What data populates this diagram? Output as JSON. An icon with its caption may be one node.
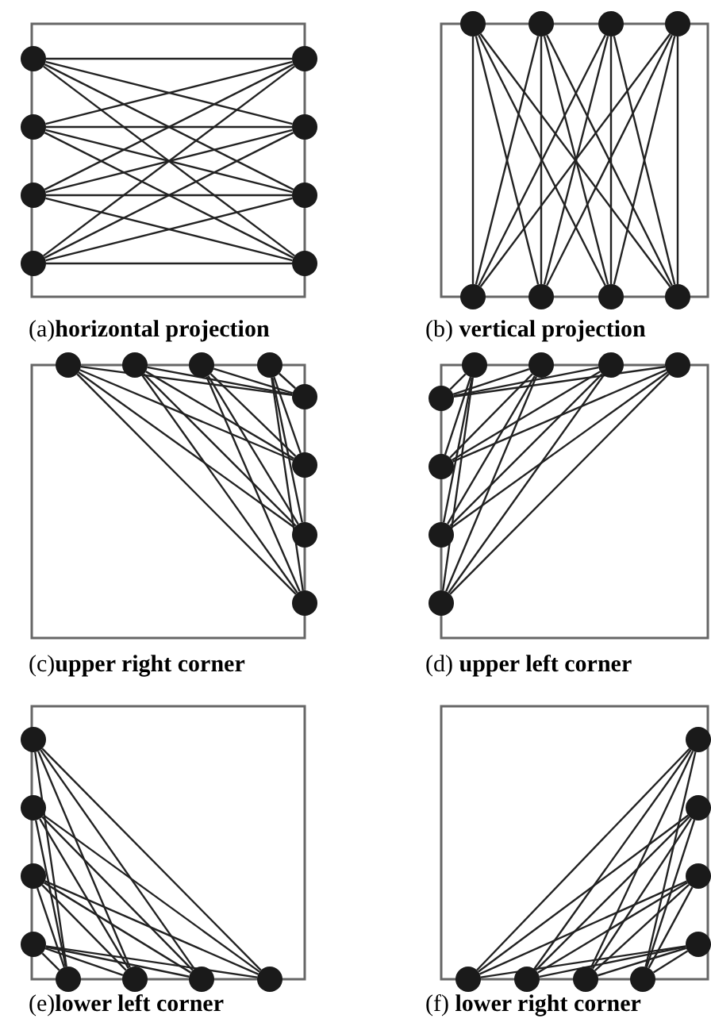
{
  "diagram": {
    "nodes": [
      {
        "text": [],
        "shape": "circle"
      },
      {
        "text": [],
        "shape": "circle"
      },
      {
        "text": [],
        "shape": "circle"
      },
      {
        "text": [],
        "shape": "circle"
      },
      {
        "text": [],
        "shape": "circle"
      },
      {
        "text": [],
        "shape": "circle"
      },
      {
        "text": [],
        "shape": "circle"
      },
      {
        "text": [],
        "shape": "circle"
      },
      {
        "text": [],
        "shape": "circle"
      },
      {
        "text": [],
        "shape": "circle"
      },
      {
        "text": [],
        "shape": "circle"
      },
      {
        "text": [],
        "shape": "circle"
      },
      {
        "text": [],
        "shape": "circle"
      },
      {
        "text": [],
        "shape": "circle"
      },
      {
        "text": [],
        "shape": "circle"
      },
      {
        "text": [],
        "shape": "circle"
      },
      {
        "text": [],
        "shape": "circle"
      },
      {
        "text": [],
        "shape": "circle"
      },
      {
        "text": [],
        "shape": "circle"
      },
      {
        "text": [],
        "shape": "circle"
      },
      {
        "text": [],
        "shape": "circle"
      },
      {
        "text": [],
        "shape": "circle"
      },
      {
        "text": [],
        "shape": "circle"
      },
      {
        "text": [],
        "shape": "circle"
      },
      {
        "text": [],
        "shape": "circle"
      },
      {
        "text": [],
        "shape": "circle"
      },
      {
        "text": [],
        "shape": "circle"
      },
      {
        "text": [],
        "shape": "circle"
      },
      {
        "text": [],
        "shape": "circle"
      },
      {
        "text": [],
        "shape": "circle"
      },
      {
        "text": [],
        "shape": "circle"
      },
      {
        "text": [],
        "shape": "circle"
      },
      {
        "text": [],
        "shape": "circle"
      },
      {
        "text": [],
        "shape": "circle"
      },
      {
        "text": [],
        "shape": "circle"
      },
      {
        "text": [],
        "shape": "circle"
      },
      {
        "text": [],
        "shape": "circle"
      },
      {
        "text": [],
        "shape": "circle"
      },
      {
        "text": [],
        "shape": "circle"
      },
      {
        "text": [],
        "shape": "circle"
      },
      {
        "text": [],
        "shape": "circle"
      },
      {
        "text": [],
        "shape": "circle"
      },
      {
        "text": [],
        "shape": "circle"
      },
      {
        "text": [],
        "shape": "circle"
      },
      {
        "text": [],
        "shape": "circle"
      },
      {
        "text": [],
        "shape": "circle"
      },
      {
        "text": [],
        "shape": "circle"
      },
      {
        "text": [],
        "shape": "circle"
      }
    ],
    "edges": [
      {
        "from": 0,
        "to": 4,
        "arrow": "none"
      },
      {
        "from": 0,
        "to": 5,
        "arrow": "none"
      },
      {
        "from": 0,
        "to": 6,
        "arrow": "none"
      },
      {
        "from": 0,
        "to": 7,
        "arrow": "none"
      },
      {
        "from": 1,
        "to": 4,
        "arrow": "none"
      },
      {
        "from": 1,
        "to": 5,
        "arrow": "none"
      },
      {
        "from": 1,
        "to": 6,
        "arrow": "none"
      },
      {
        "from": 1,
        "to": 7,
        "arrow": "none"
      },
      {
        "from": 2,
        "to": 4,
        "arrow": "none"
      },
      {
        "from": 2,
        "to": 5,
        "arrow": "none"
      },
      {
        "from": 2,
        "to": 6,
        "arrow": "none"
      },
      {
        "from": 2,
        "to": 7,
        "arrow": "none"
      },
      {
        "from": 3,
        "to": 4,
        "arrow": "none"
      },
      {
        "from": 3,
        "to": 5,
        "arrow": "none"
      },
      {
        "from": 3,
        "to": 6,
        "arrow": "none"
      },
      {
        "from": 3,
        "to": 7,
        "arrow": "none"
      },
      {
        "from": 8,
        "to": 12,
        "arrow": "none"
      },
      {
        "from": 8,
        "to": 13,
        "arrow": "none"
      },
      {
        "from": 8,
        "to": 14,
        "arrow": "none"
      },
      {
        "from": 8,
        "to": 15,
        "arrow": "none"
      },
      {
        "from": 9,
        "to": 12,
        "arrow": "none"
      },
      {
        "from": 9,
        "to": 13,
        "arrow": "none"
      },
      {
        "from": 9,
        "to": 14,
        "arrow": "none"
      },
      {
        "from": 9,
        "to": 15,
        "arrow": "none"
      },
      {
        "from": 10,
        "to": 12,
        "arrow": "none"
      },
      {
        "from": 10,
        "to": 13,
        "arrow": "none"
      },
      {
        "from": 10,
        "to": 14,
        "arrow": "none"
      },
      {
        "from": 10,
        "to": 15,
        "arrow": "none"
      },
      {
        "from": 11,
        "to": 12,
        "arrow": "none"
      },
      {
        "from": 11,
        "to": 13,
        "arrow": "none"
      },
      {
        "from": 11,
        "to": 14,
        "arrow": "none"
      },
      {
        "from": 11,
        "to": 15,
        "arrow": "none"
      },
      {
        "from": 16,
        "to": 20,
        "arrow": "none"
      },
      {
        "from": 16,
        "to": 21,
        "arrow": "none"
      },
      {
        "from": 16,
        "to": 22,
        "arrow": "none"
      },
      {
        "from": 16,
        "to": 23,
        "arrow": "none"
      },
      {
        "from": 17,
        "to": 20,
        "arrow": "none"
      },
      {
        "from": 17,
        "to": 21,
        "arrow": "none"
      },
      {
        "from": 17,
        "to": 22,
        "arrow": "none"
      },
      {
        "from": 17,
        "to": 23,
        "arrow": "none"
      },
      {
        "from": 18,
        "to": 20,
        "arrow": "none"
      },
      {
        "from": 18,
        "to": 21,
        "arrow": "none"
      },
      {
        "from": 18,
        "to": 22,
        "arrow": "none"
      },
      {
        "from": 18,
        "to": 23,
        "arrow": "none"
      },
      {
        "from": 19,
        "to": 20,
        "arrow": "none"
      },
      {
        "from": 19,
        "to": 21,
        "arrow": "none"
      },
      {
        "from": 19,
        "to": 22,
        "arrow": "none"
      },
      {
        "from": 19,
        "to": 23,
        "arrow": "none"
      },
      {
        "from": 24,
        "to": 28,
        "arrow": "none"
      },
      {
        "from": 24,
        "to": 29,
        "arrow": "none"
      },
      {
        "from": 24,
        "to": 30,
        "arrow": "none"
      },
      {
        "from": 24,
        "to": 31,
        "arrow": "none"
      },
      {
        "from": 25,
        "to": 28,
        "arrow": "none"
      },
      {
        "from": 25,
        "to": 29,
        "arrow": "none"
      },
      {
        "from": 25,
        "to": 30,
        "arrow": "none"
      },
      {
        "from": 25,
        "to": 31,
        "arrow": "none"
      },
      {
        "from": 26,
        "to": 28,
        "arrow": "none"
      },
      {
        "from": 26,
        "to": 29,
        "arrow": "none"
      },
      {
        "from": 26,
        "to": 30,
        "arrow": "none"
      },
      {
        "from": 26,
        "to": 31,
        "arrow": "none"
      },
      {
        "from": 27,
        "to": 28,
        "arrow": "none"
      },
      {
        "from": 27,
        "to": 29,
        "arrow": "none"
      },
      {
        "from": 27,
        "to": 30,
        "arrow": "none"
      },
      {
        "from": 27,
        "to": 31,
        "arrow": "none"
      },
      {
        "from": 32,
        "to": 36,
        "arrow": "none"
      },
      {
        "from": 32,
        "to": 37,
        "arrow": "none"
      },
      {
        "from": 32,
        "to": 38,
        "arrow": "none"
      },
      {
        "from": 32,
        "to": 39,
        "arrow": "none"
      },
      {
        "from": 33,
        "to": 36,
        "arrow": "none"
      },
      {
        "from": 33,
        "to": 37,
        "arrow": "none"
      },
      {
        "from": 33,
        "to": 38,
        "arrow": "none"
      },
      {
        "from": 33,
        "to": 39,
        "arrow": "none"
      },
      {
        "from": 34,
        "to": 36,
        "arrow": "none"
      },
      {
        "from": 34,
        "to": 37,
        "arrow": "none"
      },
      {
        "from": 34,
        "to": 38,
        "arrow": "none"
      },
      {
        "from": 34,
        "to": 39,
        "arrow": "none"
      },
      {
        "from": 35,
        "to": 36,
        "arrow": "none"
      },
      {
        "from": 35,
        "to": 37,
        "arrow": "none"
      },
      {
        "from": 35,
        "to": 38,
        "arrow": "none"
      },
      {
        "from": 35,
        "to": 39,
        "arrow": "none"
      },
      {
        "from": 40,
        "to": 44,
        "arrow": "none"
      },
      {
        "from": 40,
        "to": 45,
        "arrow": "none"
      },
      {
        "from": 40,
        "to": 46,
        "arrow": "none"
      },
      {
        "from": 40,
        "to": 47,
        "arrow": "none"
      },
      {
        "from": 41,
        "to": 44,
        "arrow": "none"
      },
      {
        "from": 41,
        "to": 45,
        "arrow": "none"
      },
      {
        "from": 41,
        "to": 46,
        "arrow": "none"
      },
      {
        "from": 41,
        "to": 47,
        "arrow": "none"
      },
      {
        "from": 42,
        "to": 44,
        "arrow": "none"
      },
      {
        "from": 42,
        "to": 45,
        "arrow": "none"
      },
      {
        "from": 42,
        "to": 46,
        "arrow": "none"
      },
      {
        "from": 42,
        "to": 47,
        "arrow": "none"
      },
      {
        "from": 43,
        "to": 44,
        "arrow": "none"
      },
      {
        "from": 43,
        "to": 45,
        "arrow": "none"
      },
      {
        "from": 43,
        "to": 46,
        "arrow": "none"
      },
      {
        "from": 43,
        "to": 47,
        "arrow": "none"
      }
    ],
    "labels": [
      "(a)**horizontal projection**",
      "(b) **vertical projection**",
      "(c)**upper right corner**",
      "(d) **upper left corner**",
      "(e)**lower left corner**",
      "(f) **lower right corner**"
    ]
  }
}
